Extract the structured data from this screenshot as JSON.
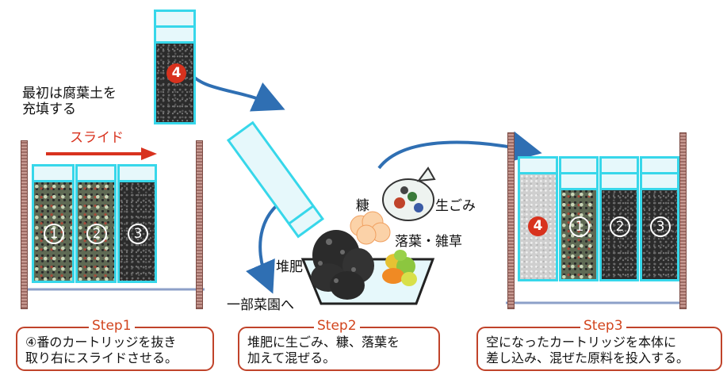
{
  "intro_label_line1": "最初は腐葉土を",
  "intro_label_line2": "充填する",
  "slide_label": "スライド",
  "labels": {
    "rice_bran": "糠",
    "kitchen_waste": "生ごみ",
    "leaves_weeds": "落葉・雑草",
    "compost": "堆肥",
    "to_garden": "一部菜園へ"
  },
  "cartridge_numbers": {
    "four": "4",
    "one": "1",
    "two": "2",
    "three": "3"
  },
  "steps": [
    {
      "title": "Step1",
      "line1": "④番のカートリッジを抜き",
      "line2": "取り右にスライドさせる。"
    },
    {
      "title": "Step2",
      "line1": "堆肥に生ごみ、糠、落葉を",
      "line2": "加えて混ぜる。"
    },
    {
      "title": "Step3",
      "line1": "空になったカートリッジを本体に",
      "line2": "差し込み、混ぜた原料を投入する。"
    }
  ],
  "colors": {
    "cartridge_border": "#37d7ea",
    "accent_red": "#d8321e",
    "step_border": "#c0432a",
    "arrow_blue": "#2f6fb3"
  }
}
